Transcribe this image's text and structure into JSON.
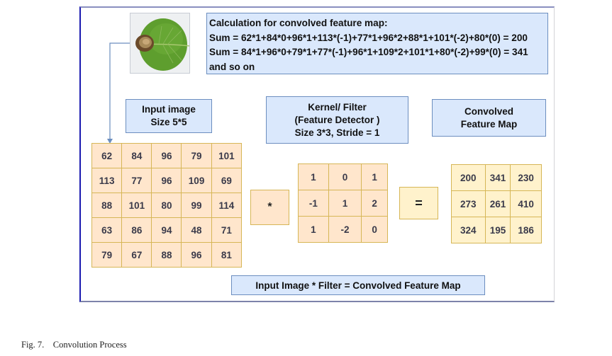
{
  "calculation": {
    "title": "Calculation for convolved feature map:",
    "lines": [
      "Sum = 62*1+84*0+96*1+113*(-1)+77*1+96*2+88*1+101*(-2)+80*(0) = 200",
      "Sum = 84*1+96*0+79*1+77*(-1)+96*1+109*2+101*1+80*(-2)+99*(0) = 341",
      "and so on"
    ]
  },
  "leaf_image": {
    "description": "green leaf with brown diseased spot"
  },
  "labels": {
    "input": [
      "Input image",
      "Size 5*5"
    ],
    "kernel": [
      "Kernel/ Filter",
      "(Feature Detector )",
      "Size 3*3, Stride = 1"
    ],
    "output": [
      "Convolved",
      "Feature Map"
    ],
    "equation": "Input Image * Filter = Convolved Feature Map"
  },
  "operators": {
    "convolve": "*",
    "equals": "="
  },
  "input_matrix": [
    [
      "62",
      "84",
      "96",
      "79",
      "101"
    ],
    [
      "113",
      "77",
      "96",
      "109",
      "69"
    ],
    [
      "88",
      "101",
      "80",
      "99",
      "114"
    ],
    [
      "63",
      "86",
      "94",
      "48",
      "71"
    ],
    [
      "79",
      "67",
      "88",
      "96",
      "81"
    ]
  ],
  "kernel_matrix": [
    [
      "1",
      "0",
      "1"
    ],
    [
      "-1",
      "1",
      "2"
    ],
    [
      "1",
      "-2",
      "0"
    ]
  ],
  "output_matrix": [
    [
      "200",
      "341",
      "230"
    ],
    [
      "273",
      "261",
      "410"
    ],
    [
      "324",
      "195",
      "186"
    ]
  ],
  "caption": "Fig. 7.    Convolution Process",
  "colors": {
    "label_fill": "#dae8fc",
    "label_border": "#6c8ebf",
    "input_fill": "#ffe6cc",
    "output_fill": "#fff2cc",
    "cell_border": "#d6b656"
  }
}
